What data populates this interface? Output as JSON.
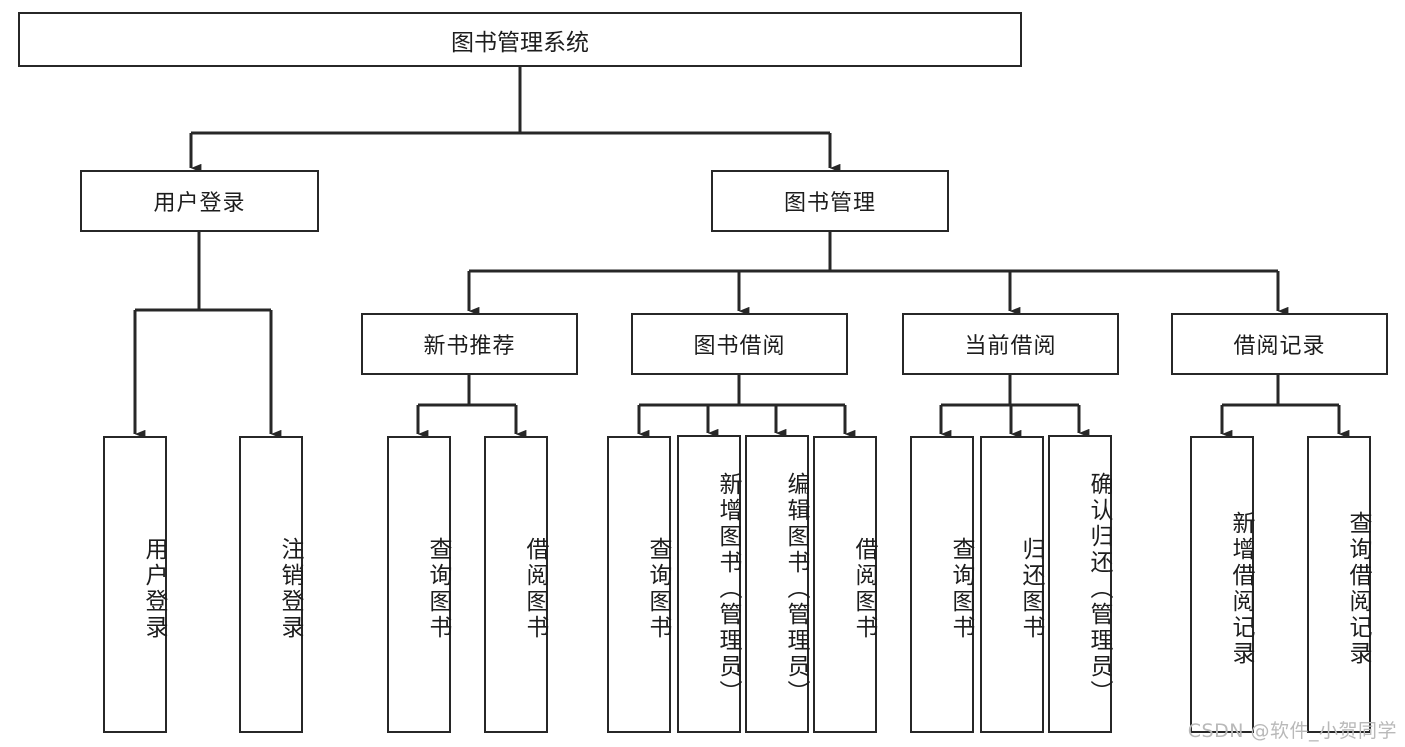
{
  "diagram": {
    "type": "tree-hierarchy",
    "title": "图书管理系统",
    "orientation": "top-down",
    "colors": {
      "box_border": "#272727",
      "box_fill": "#ffffff",
      "edge": "#272727",
      "text": "#1d1d1d",
      "watermark": "#b9b9b9"
    },
    "root": {
      "label": "图书管理系统"
    },
    "level1": [
      {
        "id": "user-login",
        "label": "用户登录"
      },
      {
        "id": "book-manage",
        "label": "图书管理"
      }
    ],
    "level2": [
      {
        "id": "new-book-rec",
        "label": "新书推荐",
        "parent": "book-manage"
      },
      {
        "id": "book-borrow",
        "label": "图书借阅",
        "parent": "book-manage"
      },
      {
        "id": "current-borrow",
        "label": "当前借阅",
        "parent": "book-manage"
      },
      {
        "id": "borrow-record",
        "label": "借阅记录",
        "parent": "book-manage"
      }
    ],
    "leaves": [
      {
        "id": "leaf-user-login",
        "label": "用户登录",
        "parent": "user-login"
      },
      {
        "id": "leaf-user-logout",
        "label": "注销登录",
        "parent": "user-login"
      },
      {
        "id": "leaf-rec-query",
        "label": "查询图书",
        "parent": "new-book-rec"
      },
      {
        "id": "leaf-rec-borrow",
        "label": "借阅图书",
        "parent": "new-book-rec"
      },
      {
        "id": "leaf-borrow-query",
        "label": "查询图书",
        "parent": "book-borrow"
      },
      {
        "id": "leaf-borrow-add",
        "label": "新增图书（管理员）",
        "parent": "book-borrow"
      },
      {
        "id": "leaf-borrow-edit",
        "label": "编辑图书（管理员）",
        "parent": "book-borrow"
      },
      {
        "id": "leaf-borrow-do",
        "label": "借阅图书",
        "parent": "book-borrow"
      },
      {
        "id": "leaf-cur-query",
        "label": "查询图书",
        "parent": "current-borrow"
      },
      {
        "id": "leaf-cur-return",
        "label": "归还图书",
        "parent": "current-borrow"
      },
      {
        "id": "leaf-cur-confirm",
        "label": "确认归还（管理员）",
        "parent": "current-borrow"
      },
      {
        "id": "leaf-rec-add",
        "label": "新增借阅记录",
        "parent": "borrow-record"
      },
      {
        "id": "leaf-rec-query2",
        "label": "查询借阅记录",
        "parent": "borrow-record"
      }
    ],
    "watermark": "CSDN @软件_小贺同学"
  }
}
